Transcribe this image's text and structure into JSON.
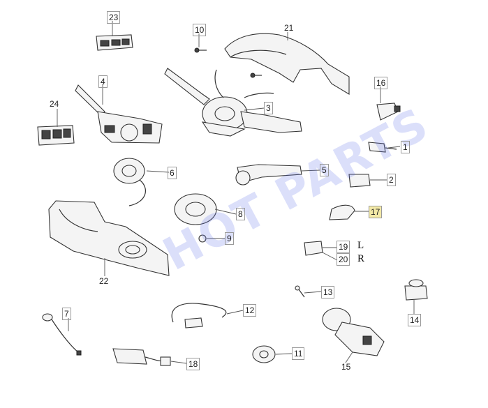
{
  "diagram": {
    "callouts": [
      {
        "id": "c1",
        "label": "1"
      },
      {
        "id": "c2",
        "label": "2"
      },
      {
        "id": "c3",
        "label": "3"
      },
      {
        "id": "c4",
        "label": "4"
      },
      {
        "id": "c5",
        "label": "5"
      },
      {
        "id": "c6",
        "label": "6"
      },
      {
        "id": "c7",
        "label": "7"
      },
      {
        "id": "c8",
        "label": "8"
      },
      {
        "id": "c9",
        "label": "9"
      },
      {
        "id": "c10",
        "label": "10"
      },
      {
        "id": "c11",
        "label": "11"
      },
      {
        "id": "c12",
        "label": "12"
      },
      {
        "id": "c13",
        "label": "13"
      },
      {
        "id": "c14",
        "label": "14"
      },
      {
        "id": "c15",
        "label": "15"
      },
      {
        "id": "c16",
        "label": "16"
      },
      {
        "id": "c17",
        "label": "17"
      },
      {
        "id": "c18",
        "label": "18"
      },
      {
        "id": "c19",
        "label": "19"
      },
      {
        "id": "c20",
        "label": "20"
      },
      {
        "id": "c21",
        "label": "21"
      },
      {
        "id": "c22",
        "label": "22"
      },
      {
        "id": "c23",
        "label": "23"
      },
      {
        "id": "c24",
        "label": "24"
      }
    ],
    "side_left": "L",
    "side_right": "R",
    "highlighted": "17",
    "highlight_color": "#f3e9a6"
  },
  "watermark": {
    "text": "HOT PARTS",
    "color": "#5a6ee6"
  }
}
